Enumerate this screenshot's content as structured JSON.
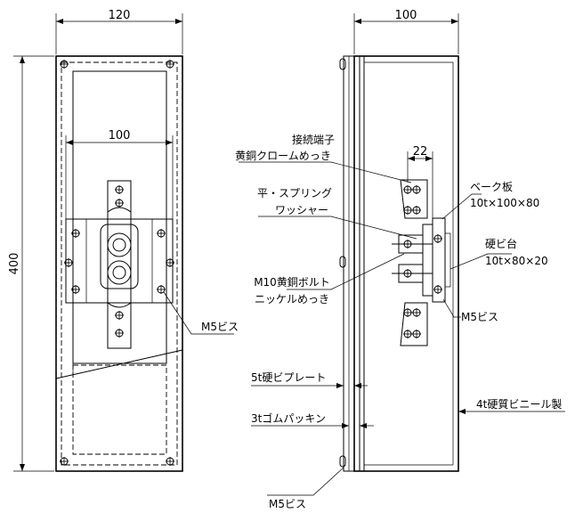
{
  "front_view": {
    "width_dim": "120",
    "height_dim": "400",
    "inner_width_dim": "100",
    "screw_label": "M5ビス"
  },
  "side_view": {
    "width_dim": "100",
    "terminal_gap_dim": "22",
    "callouts": {
      "terminal_line1": "接続端子",
      "terminal_line2": "黄銅クロームめっき",
      "washer_line1": "平・スプリング",
      "washer_line2": "ワッシャー",
      "bakelite_line1": "ベーク板",
      "bakelite_line2": "10t×100×80",
      "base_line1": "硬ビ台",
      "base_line2": "10t×80×20",
      "bolt_line1": "M10黄銅ボルト",
      "bolt_line2": "ニッケルめっき",
      "screw_mid": "M5ビス",
      "plate": "5t硬ビプレート",
      "gasket": "3tゴムパッキン",
      "cover": "4t硬質ビニール製",
      "screw_bottom": "M5ビス"
    }
  }
}
